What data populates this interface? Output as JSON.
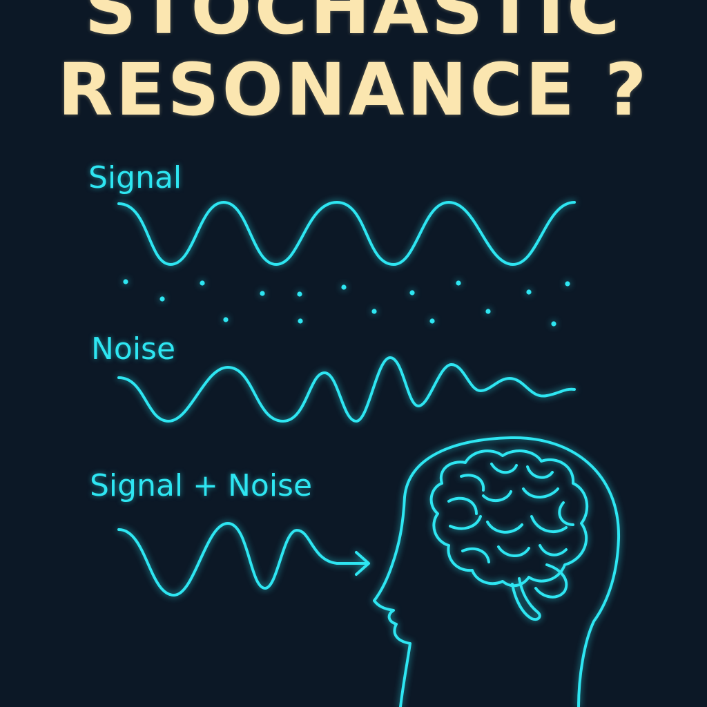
{
  "title": {
    "line1": "STOCHASTIC",
    "line2": "RESONANCE ?"
  },
  "labels": {
    "signal": "Signal",
    "noise": "Noise",
    "signal_plus_noise": "Signal + Noise"
  },
  "colors": {
    "background": "#0c1826",
    "title": "#fbe6b0",
    "accent": "#2ee6f2"
  },
  "icons": {
    "head": "human-head-profile-icon",
    "brain": "brain-icon",
    "arrow": "arrow-right-icon"
  }
}
